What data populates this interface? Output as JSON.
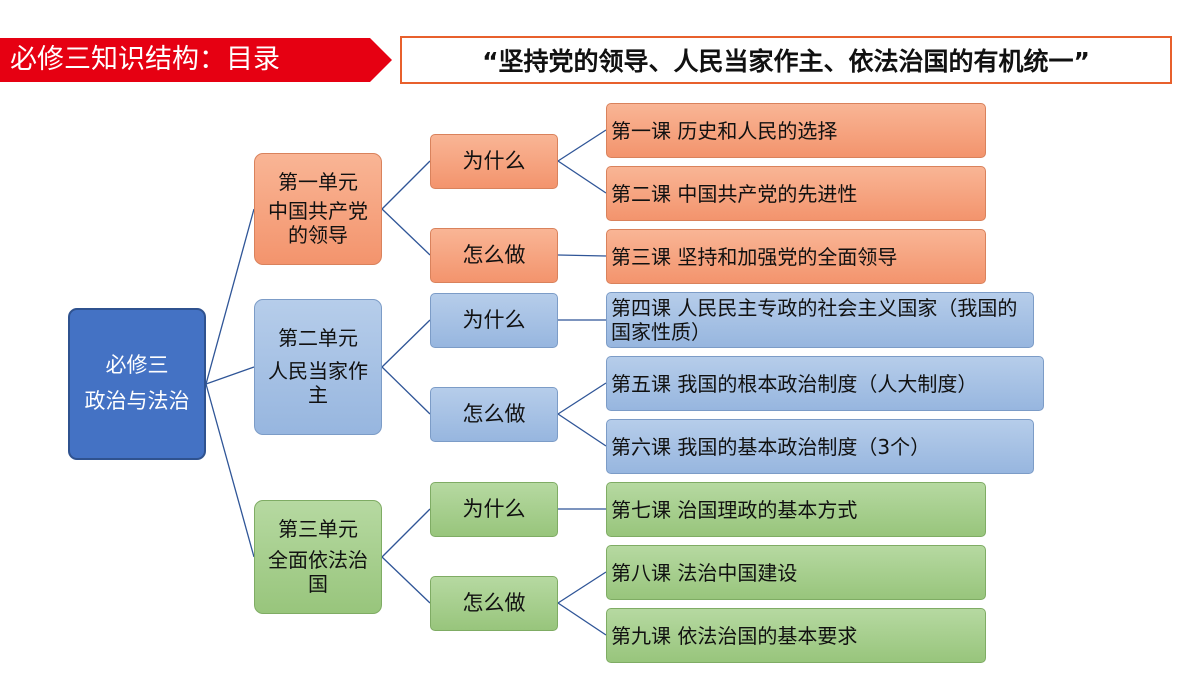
{
  "header": {
    "title": "必修三知识结构：目录",
    "subtitle": "“坚持党的领导、人民当家作主、依法治国的有机统一”",
    "banner_color": "#e60012",
    "subtitle_border_color": "#e8602c"
  },
  "root": {
    "line1": "必修三",
    "line2": "政治与法治",
    "color": "#4472c4"
  },
  "units": [
    {
      "line1": "第一单元",
      "line2": "中国共产党的领导",
      "color": "#f4a07c",
      "questions": [
        {
          "label": "为什么",
          "lessons": [
            "第一课 历史和人民的选择",
            "第二课 中国共产党的先进性"
          ]
        },
        {
          "label": "怎么做",
          "lessons": [
            "第三课 坚持和加强党的全面领导"
          ]
        }
      ]
    },
    {
      "line1": "第二单元",
      "line2": "人民当家作主",
      "color": "#a5c1e5",
      "questions": [
        {
          "label": "为什么",
          "lessons": [
            "第四课 人民民主专政的社会主义国家（我国的国家性质）"
          ]
        },
        {
          "label": "怎么做",
          "lessons": [
            "第五课 我国的根本政治制度（人大制度）",
            "第六课 我国的基本政治制度（3个）"
          ]
        }
      ]
    },
    {
      "line1": "第三单元",
      "line2": "全面依法治国",
      "color": "#a7d08c",
      "questions": [
        {
          "label": "为什么",
          "lessons": [
            "第七课 治国理政的基本方式"
          ]
        },
        {
          "label": "怎么做",
          "lessons": [
            "第八课 法治中国建设",
            "第九课 依法治国的基本要求"
          ]
        }
      ]
    }
  ],
  "connector_color": "#2f5597"
}
